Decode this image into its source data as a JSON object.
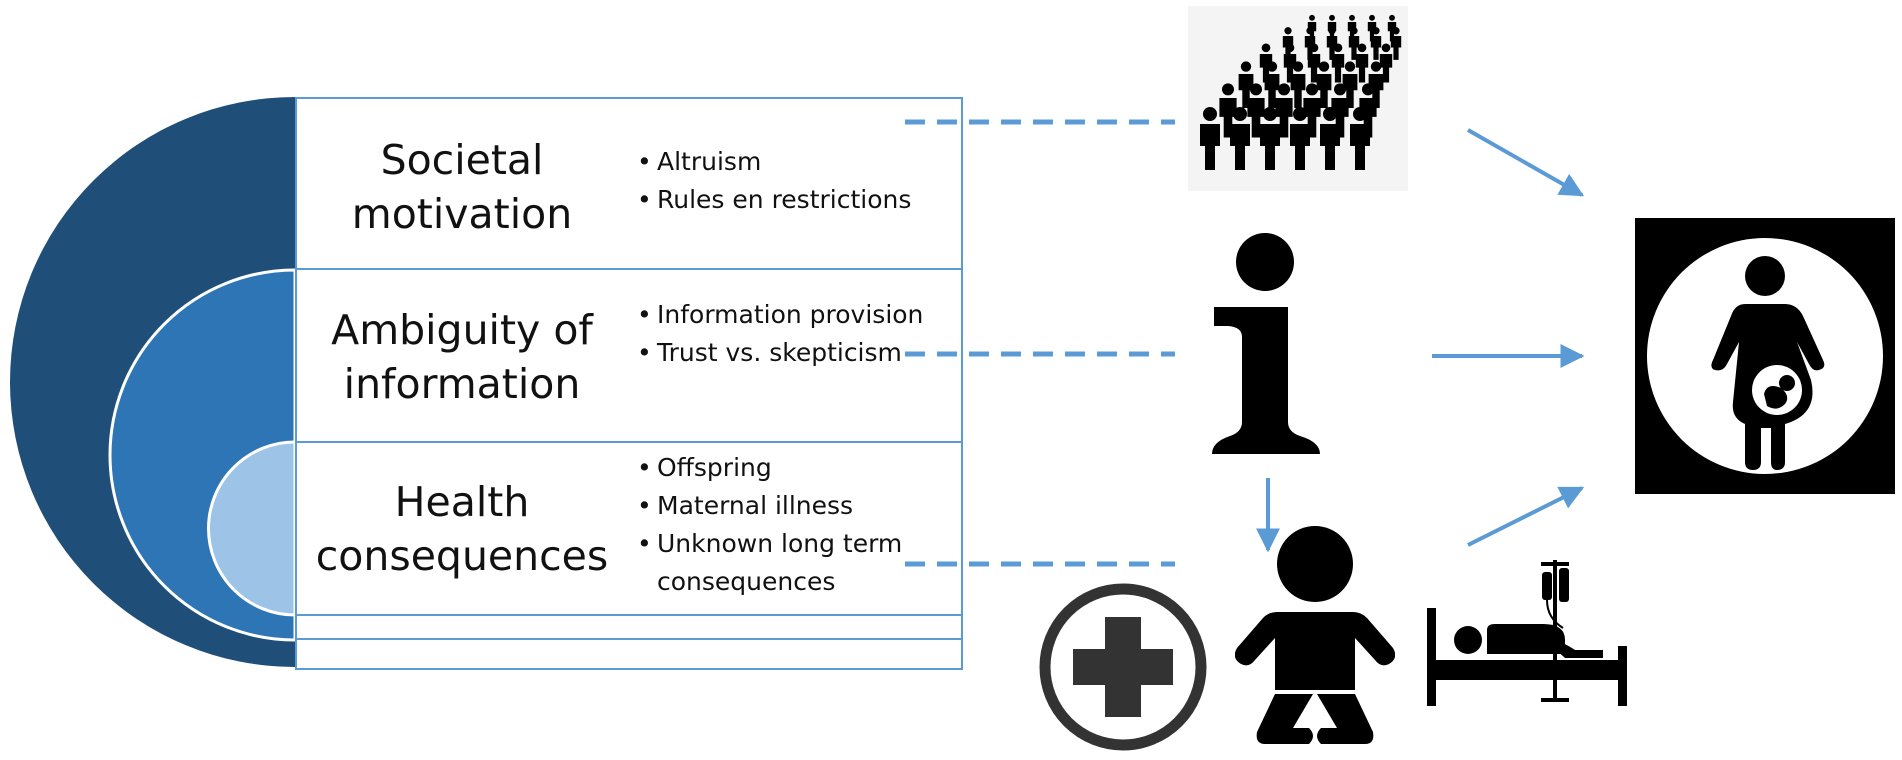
{
  "rows": [
    {
      "id": "societal-motivation",
      "title_lines": [
        "Societal",
        "motivation"
      ],
      "bullets": [
        "Altruism",
        "Rules en restrictions"
      ]
    },
    {
      "id": "ambiguity-of-information",
      "title_lines": [
        "Ambiguity of",
        "information"
      ],
      "bullets": [
        "Information provision",
        "Trust vs. skepticism"
      ]
    },
    {
      "id": "health-consequences",
      "title_lines": [
        "Health",
        "consequences"
      ],
      "bullets": [
        "Offspring",
        "Maternal illness",
        "Unknown long term consequences"
      ]
    }
  ],
  "icons": {
    "crowd": "crowd-icon",
    "information": "information-icon",
    "medical_cross": "medical-cross-icon",
    "baby": "baby-icon",
    "hospital_bed": "hospital-bed-icon",
    "pregnant_woman": "pregnant-woman-icon"
  },
  "colors": {
    "outer_arc": "#1f4e79",
    "middle_arc": "#2e75b6",
    "inner_arc": "#9dc3e6",
    "box_border": "#5b9bd5",
    "connector": "#5b9bd5",
    "icon": "#000000"
  }
}
